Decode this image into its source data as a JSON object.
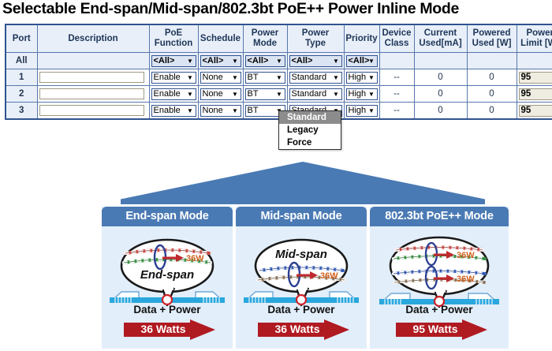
{
  "page": {
    "title": "Selectable End-span/Mid-span/802.3bt PoE++ Power Inline Mode"
  },
  "colors": {
    "accent_blue": "#4a7ab4",
    "border_blue": "#31538f",
    "header_bg": "#e8eff9",
    "panel_bg": "#e2eefa",
    "arrow_red": "#b01a21",
    "highlight_grey": "#8c8c8c"
  },
  "table": {
    "columns": [
      {
        "id": "port",
        "line1": "Port",
        "line2": ""
      },
      {
        "id": "description",
        "line1": "Description",
        "line2": ""
      },
      {
        "id": "poe_function",
        "line1": "PoE",
        "line2": "Function"
      },
      {
        "id": "schedule",
        "line1": "Schedule",
        "line2": ""
      },
      {
        "id": "power_mode",
        "line1": "Power",
        "line2": "Mode"
      },
      {
        "id": "power_type",
        "line1": "Power",
        "line2": "Type"
      },
      {
        "id": "priority",
        "line1": "Priority",
        "line2": ""
      },
      {
        "id": "device_class",
        "line1": "Device",
        "line2": "Class"
      },
      {
        "id": "current_used",
        "line1": "Current",
        "line2": "Used[mA]"
      },
      {
        "id": "powered_used",
        "line1": "Powered",
        "line2": "Used [W]"
      },
      {
        "id": "power_limit",
        "line1": "Power",
        "line2": "Limit [W]"
      }
    ],
    "all_row": {
      "port": "All",
      "description": "",
      "poe_function": "<All>",
      "schedule": "<All>",
      "power_mode": "<All>",
      "power_type": "<All>",
      "priority": "<All>",
      "device_class": "",
      "current_used": "",
      "powered_used": "",
      "power_limit": ""
    },
    "rows": [
      {
        "port": "1",
        "description": "",
        "description_placeholder": "",
        "poe_function": "Enable",
        "schedule": "None",
        "power_mode": "BT",
        "power_type": "Standard",
        "priority": "High",
        "device_class": "--",
        "current_used": "0",
        "powered_used": "0",
        "power_limit": "95"
      },
      {
        "port": "2",
        "description": "",
        "description_placeholder": "",
        "poe_function": "Enable",
        "schedule": "None",
        "power_mode": "BT",
        "power_type": "Standard",
        "priority": "High",
        "device_class": "--",
        "current_used": "0",
        "powered_used": "0",
        "power_limit": "95"
      },
      {
        "port": "3",
        "description": "",
        "description_placeholder": "",
        "poe_function": "Enable",
        "schedule": "None",
        "power_mode": "BT",
        "power_type": "Standard",
        "priority": "High",
        "device_class": "--",
        "current_used": "0",
        "powered_used": "0",
        "power_limit": "95"
      }
    ]
  },
  "dropdown": {
    "open_for": "power-type",
    "options": [
      {
        "label": "Standard",
        "selected": true
      },
      {
        "label": "Legacy",
        "selected": false
      },
      {
        "label": "Force",
        "selected": false
      }
    ]
  },
  "panels": [
    {
      "id": "end-span",
      "header": "End-span Mode",
      "oval_label": "End-span",
      "oval_label_position": "below",
      "power_tags": [
        "36W"
      ],
      "pair_count": 1,
      "data_label": "Data + Power",
      "watts": "36 Watts"
    },
    {
      "id": "mid-span",
      "header": "Mid-span Mode",
      "oval_label": "Mid-span",
      "oval_label_position": "above",
      "power_tags": [
        "36W"
      ],
      "pair_count": 1,
      "data_label": "Data + Power",
      "watts": "36 Watts"
    },
    {
      "id": "802-3bt-poe-plus-plus",
      "header": "802.3bt PoE++ Mode",
      "oval_label": "",
      "oval_label_position": "none",
      "power_tags": [
        "36W",
        "36W"
      ],
      "pair_count": 2,
      "data_label": "Data + Power",
      "watts": "95 Watts"
    }
  ]
}
